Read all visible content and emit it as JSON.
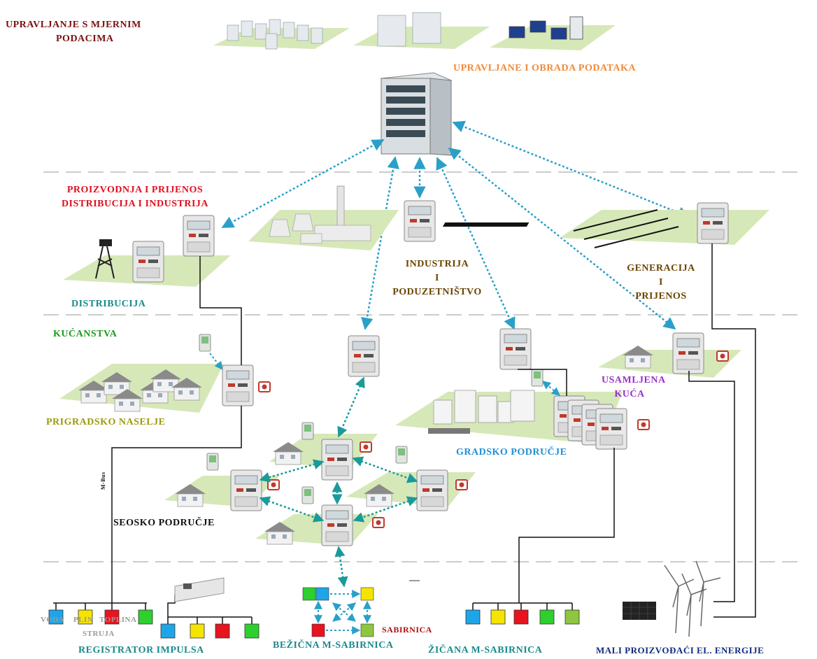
{
  "colors": {
    "data_management": "#7a1010",
    "processing": "#f08a3a",
    "production": "#e0101e",
    "distribution": "#1a8a8a",
    "households": "#1f9a1f",
    "suburban": "#9a9a10",
    "industry": "#6a4400",
    "generation": "#6a4400",
    "isolated_house": "#9a30c8",
    "urban": "#1f8fd8",
    "rural": "#111111",
    "bottom_labels": "#1a8a8a",
    "bus_label": "#b01010",
    "small_producers": "#102a80",
    "arrow": "#2aa0c8",
    "grid_line": "#cccccc",
    "meter_water": "#1ea5e8",
    "meter_gas": "#f5e400",
    "meter_heat": "#e8141e",
    "meter_power": "#2ed02e",
    "meter_extra": "#8ec63f"
  },
  "labels": {
    "data_management": [
      "UPRAVLJANJE S MJERNIM",
      "PODACIMA"
    ],
    "processing": "UPRAVLJANE I OBRADA PODATAKA",
    "production": [
      "PROIZVODNJA I PRIJENOS",
      "DISTRIBUCIJA I INDUSTRIJA"
    ],
    "distribution": "DISTRIBUCIJA",
    "industry": [
      "INDUSTRIJA",
      "I",
      "PODUZETNIŠTVO"
    ],
    "generation": [
      "GENERACIJA",
      "I",
      "PRIJENOS"
    ],
    "households": "KUĆANSTVA",
    "suburban": "PRIGRADSKO NASELJE",
    "isolated_house": [
      "USAMLJENA",
      "KUĆA"
    ],
    "urban": "GRADSKO PODRUČJE",
    "rural": "SEOSKO PODRUČJE",
    "pulse_registrator": "REGISTRATOR IMPULSA",
    "wireless_bus": "BEŽIČNA M-SABIRNICA",
    "bus": "SABIRNICA",
    "wired_bus": "ŽIČANA M-SABIRNICA",
    "small_producers": "MALI PROIZVOĐAĆI EL. ENERGIJE",
    "meter_types": {
      "water": "VODA",
      "gas": "PLIN",
      "heat": "TOPLINA",
      "power": "STRUJA"
    },
    "line_note": "M-Bus"
  }
}
